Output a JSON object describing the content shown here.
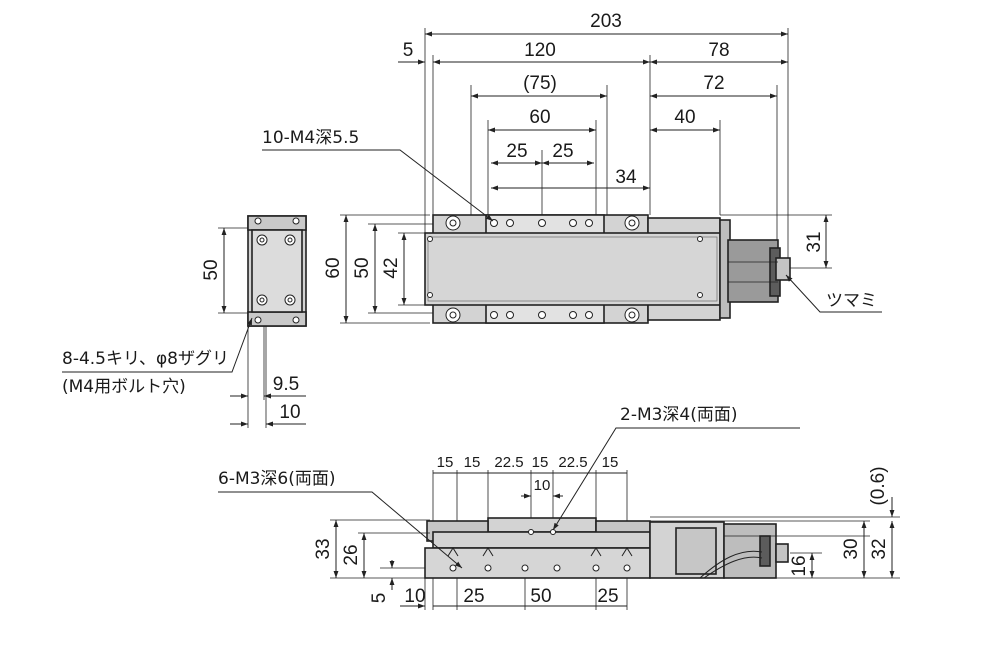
{
  "colors": {
    "line": "#222222",
    "body_fill": "#d3d3d3",
    "dark_fill": "#7a7a7a",
    "text": "#1a1a1a"
  },
  "top_view": {
    "dims_horizontal": [
      "203",
      "5",
      "120",
      "78",
      "(75)",
      "72",
      "60",
      "40",
      "25",
      "25",
      "34"
    ],
    "dims_vertical": [
      "60",
      "50",
      "42",
      "31"
    ],
    "label_holes": "10-M4深5.5",
    "label_knob": "ツマミ"
  },
  "end_view": {
    "dims": [
      "50",
      "9.5",
      "10"
    ],
    "label_line1": "8-4.5キリ、φ8ザグリ",
    "label_line2": "(M4用ボルト穴)"
  },
  "side_view": {
    "dims_top": [
      "15",
      "15",
      "22.5",
      "15",
      "22.5",
      "15",
      "10"
    ],
    "dims_bottom": [
      "10",
      "25",
      "50",
      "25"
    ],
    "dims_left": [
      "33",
      "26",
      "5"
    ],
    "dims_right": [
      "16",
      "30",
      "32",
      "(0.6)"
    ],
    "label_m3_6": "6-M3深6(両面)",
    "label_m3_4": "2-M3深4(両面)"
  }
}
